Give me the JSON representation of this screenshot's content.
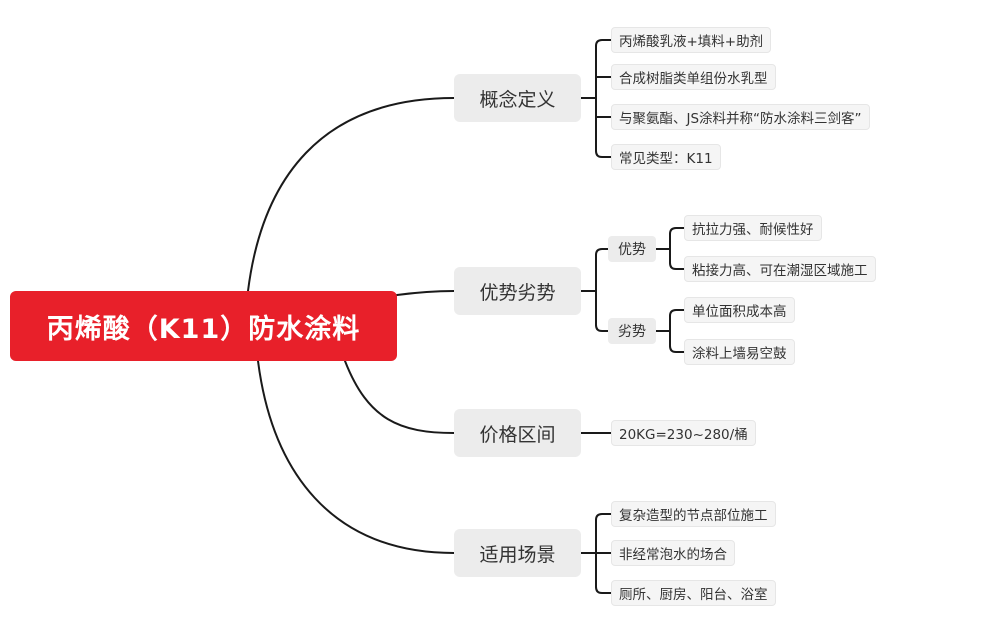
{
  "root": {
    "label": "丙烯酸（K11）防水涂料"
  },
  "branches": [
    {
      "label": "概念定义",
      "leaves": [
        "丙烯酸乳液+填料+助剂",
        "合成树脂类单组份水乳型",
        "与聚氨酯、JS涂料并称“防水涂料三剑客”",
        "常见类型：K11"
      ]
    },
    {
      "label": "优势劣势",
      "groups": [
        {
          "label": "优势",
          "leaves": [
            "抗拉力强、耐候性好",
            "粘接力高、可在潮湿区域施工"
          ]
        },
        {
          "label": "劣势",
          "leaves": [
            "单位面积成本高",
            "涂料上墙易空鼓"
          ]
        }
      ]
    },
    {
      "label": "价格区间",
      "leaves": [
        "20KG=230~280/桶"
      ]
    },
    {
      "label": "适用场景",
      "leaves": [
        "复杂造型的节点部位施工",
        "非经常泡水的场合",
        "厕所、厨房、阳台、浴室"
      ]
    }
  ],
  "colors": {
    "root": "#e8202a",
    "line": "#1a1a1a",
    "node": "#ececec"
  }
}
